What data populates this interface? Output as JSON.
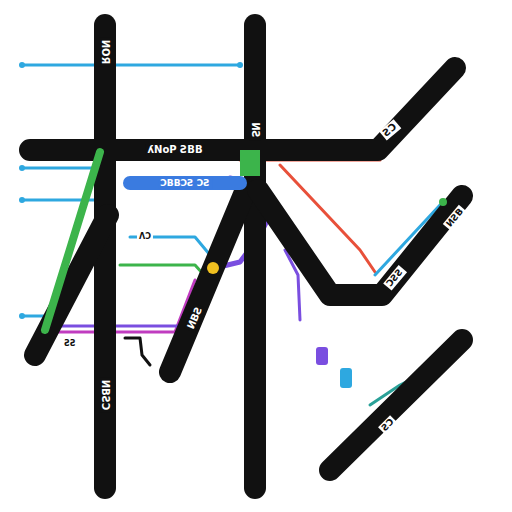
{
  "diagram": {
    "labels": [
      "ИОЯ",
      "ʎNoP ƧBB",
      "ИƧ",
      "ƧƆ",
      "ƆBBƆƧ ƆƧ",
      "ИƧB",
      "ƆƧƧ",
      "ИBƧ",
      "ИBƧƆ",
      "ƧƆ",
      "ɅƆ",
      "ƧƧ"
    ]
  }
}
